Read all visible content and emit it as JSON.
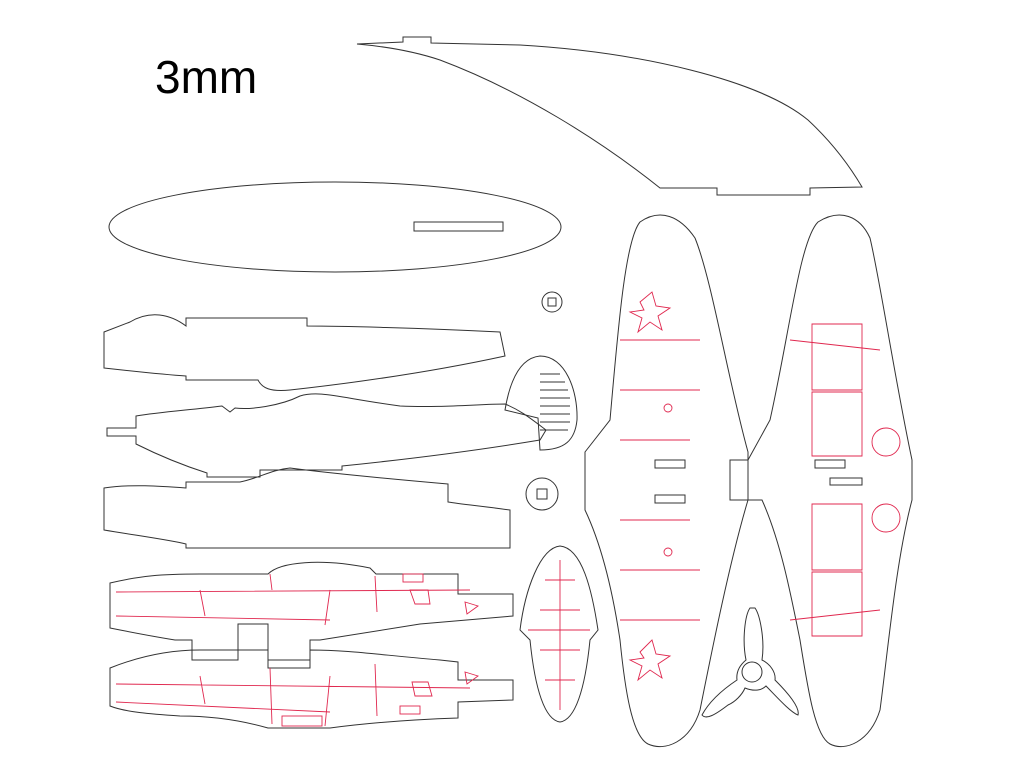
{
  "sheet": {
    "thickness_label": "3mm",
    "colors": {
      "cut_line": "#333333",
      "etch_line": "#e0284f",
      "background": "#ffffff"
    }
  },
  "parts": [
    "top-wing-spar",
    "horizontal-stabilizer-disc",
    "fuselage-profile-upper",
    "fuselage-profile-middle",
    "fuselage-profile-lower",
    "tail-fin",
    "washer-small",
    "washer-large",
    "fuselage-side-left",
    "fuselage-side-right",
    "tailplane",
    "wing-bottom-view",
    "wing-top-view",
    "propeller"
  ]
}
